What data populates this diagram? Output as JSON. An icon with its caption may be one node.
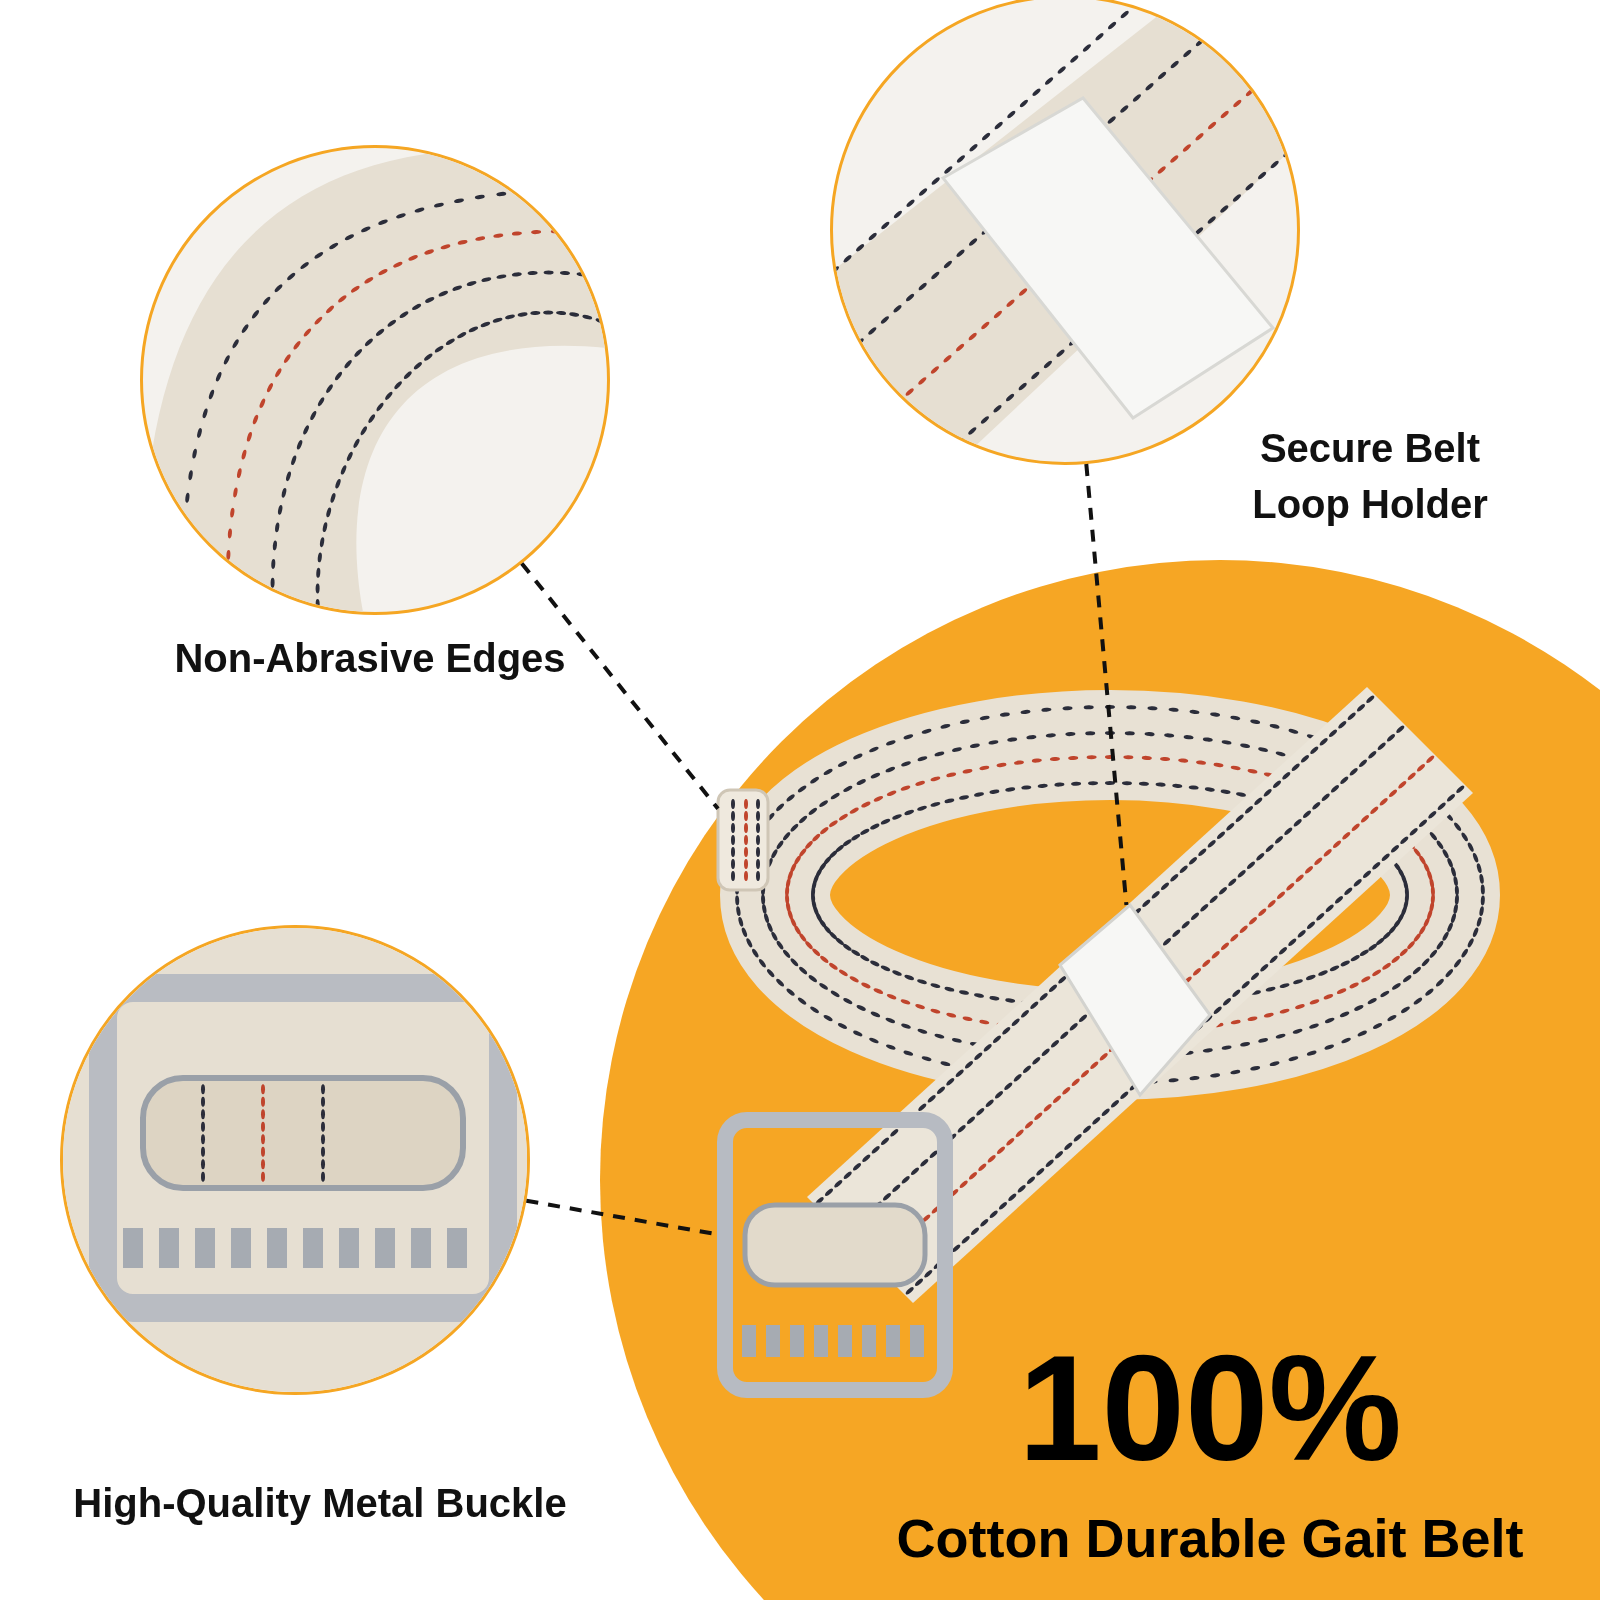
{
  "diagram": {
    "nodes": [
      {
        "text": [
          "Non-Abrasive Edges"
        ]
      },
      {
        "text": [
          "Secure Belt Loop Holder"
        ]
      },
      {
        "text": [
          "High-Quality Metal Buckle"
        ]
      },
      {
        "text": [
          "100%",
          "Cotton Durable Gait Belt"
        ]
      },
      {
        "text": [],
        "shape": "picture",
        "in": 3
      },
      {
        "text": [],
        "shape": "picture",
        "in": 3
      },
      {
        "text": [],
        "shape": "picture",
        "in": 3
      }
    ],
    "edges": [
      {
        "from": 0,
        "to": 4,
        "arrow": "none",
        "style": "dashed"
      },
      {
        "from": 1,
        "to": 5,
        "arrow": "none",
        "style": "dashed"
      },
      {
        "from": 2,
        "to": 6,
        "arrow": "none",
        "style": "dashed"
      }
    ]
  }
}
